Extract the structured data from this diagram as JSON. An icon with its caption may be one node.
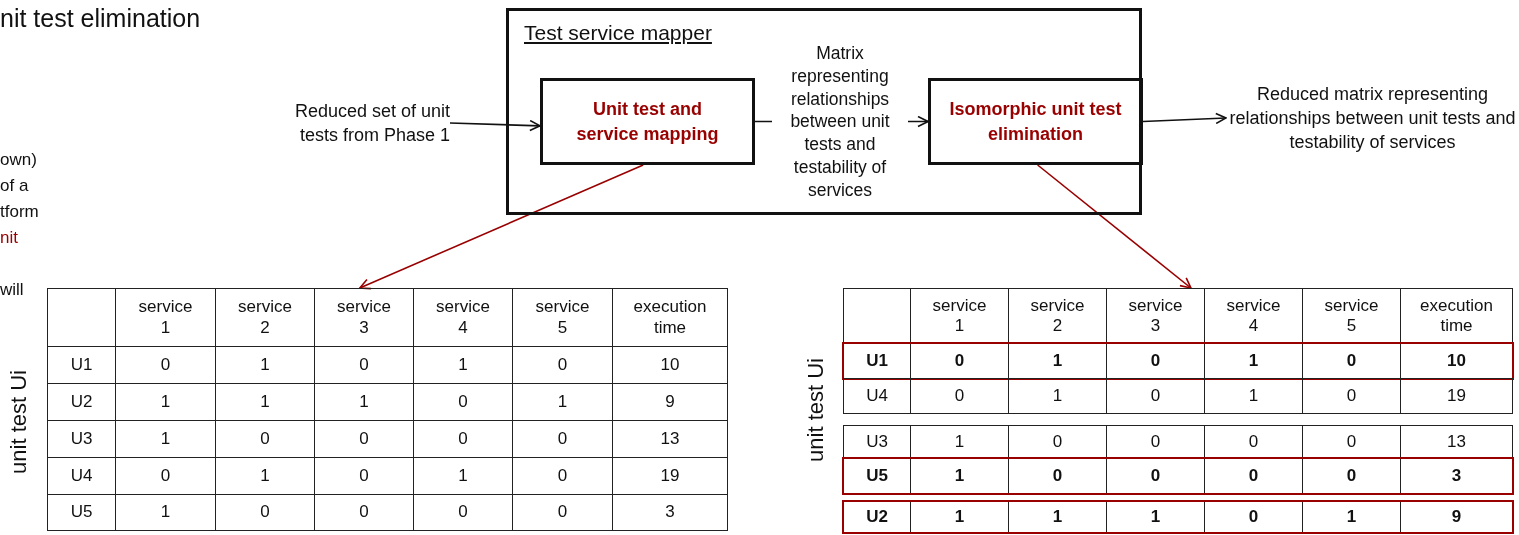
{
  "diagram": {
    "title": "nit test elimination",
    "nodes": [
      {
        "text": [
          "Test service mapper"
        ]
      },
      {
        "text": [
          "Unit test and service mapping"
        ],
        "in": 0
      },
      {
        "text": [
          "Isomorphic unit test elimination"
        ],
        "in": 0
      },
      {
        "text": [
          "Reduced set of unit tests from Phase 1"
        ]
      },
      {
        "text": [
          "Reduced matrix representing relationships between unit tests and testability of services"
        ]
      },
      {
        "text": [],
        "shape": "table",
        "beside": [
          "unit test Ui"
        ]
      },
      {
        "text": [],
        "shape": "table",
        "beside": [
          "unit test Ui"
        ]
      }
    ],
    "edges": [
      {
        "from": 3,
        "to": 1,
        "arrow": "to"
      },
      {
        "from": 1,
        "to": 2,
        "arrow": "to",
        "label": "Matrix representing relationships between unit tests and testability of services"
      },
      {
        "from": 2,
        "to": 4,
        "arrow": "to"
      },
      {
        "from": 1,
        "to": 5,
        "arrow": "to",
        "color": "#990000"
      },
      {
        "from": 2,
        "to": 6,
        "arrow": "to",
        "color": "#990000"
      }
    ],
    "labels": [
      "own)",
      "of a",
      "tform",
      "nit",
      "will",
      "service 1",
      "service 2",
      "service 3",
      "service 4",
      "service 5",
      "execution time",
      "U1",
      "0",
      "1",
      "0",
      "1",
      "0",
      "10",
      "U2",
      "1",
      "1",
      "1",
      "0",
      "1",
      "9",
      "U3",
      "1",
      "0",
      "0",
      "0",
      "0",
      "13",
      "U4",
      "0",
      "1",
      "0",
      "1",
      "0",
      "19",
      "U5",
      "1",
      "0",
      "0",
      "0",
      "0",
      "3",
      "service 1",
      "service 2",
      "service 3",
      "service 4",
      "service 5",
      "execution time",
      "U1",
      "0",
      "1",
      "0",
      "1",
      "0",
      "10",
      "U4",
      "0",
      "1",
      "0",
      "1",
      "0",
      "19",
      "U3",
      "1",
      "0",
      "0",
      "0",
      "0",
      "13",
      "U5",
      "1",
      "0",
      "0",
      "0",
      "0",
      "3",
      "U2",
      "1",
      "1",
      "1",
      "0",
      "1",
      "9"
    ]
  }
}
